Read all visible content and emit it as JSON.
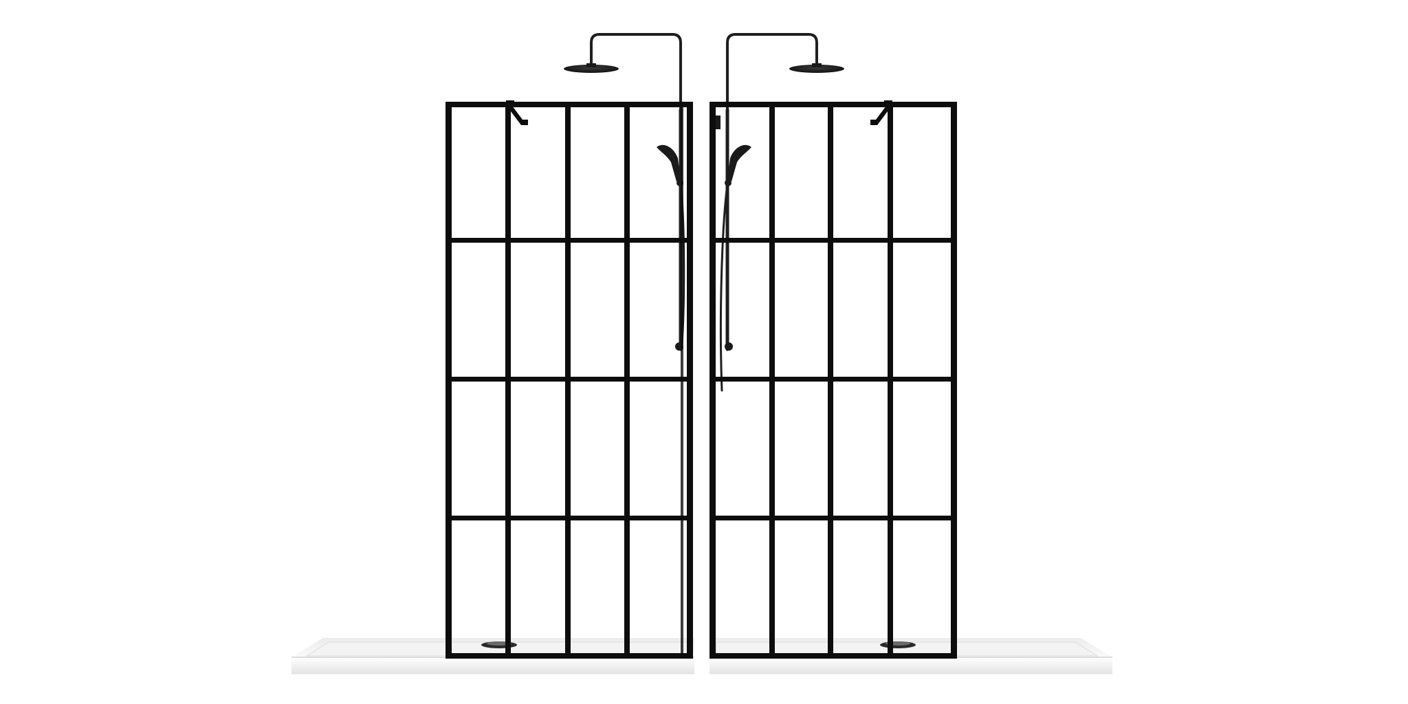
{
  "image": {
    "description_free": true,
    "background_color": "#ffffff",
    "frame_color": "#0d0d0d",
    "fixture_color": "#1e1e1e",
    "tray_color": "#f7f7f7"
  },
  "units": [
    {
      "id": "left",
      "grid_columns": 4,
      "grid_rows": 4,
      "fixtures_side": "right"
    },
    {
      "id": "right",
      "grid_columns": 4,
      "grid_rows": 4,
      "fixtures_side": "left"
    }
  ]
}
